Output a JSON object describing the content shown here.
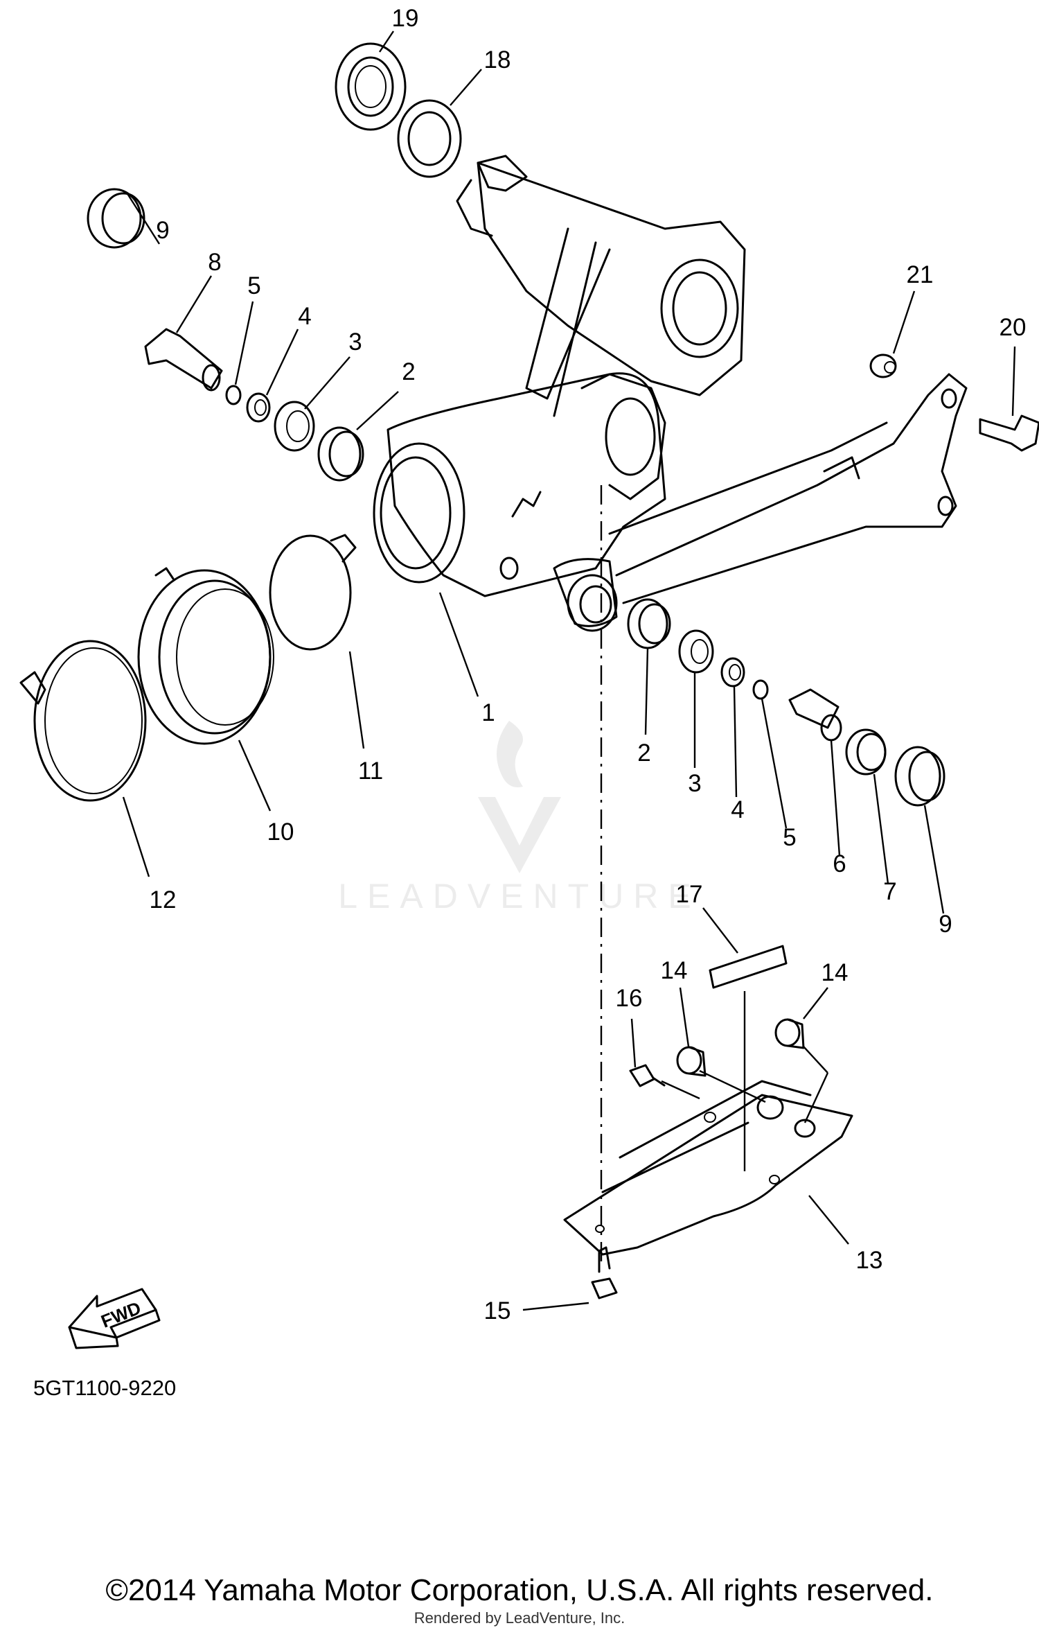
{
  "diagram": {
    "callouts": [
      {
        "key": "p19",
        "text": "19"
      },
      {
        "key": "p18",
        "text": "18"
      },
      {
        "key": "p9a",
        "text": "9"
      },
      {
        "key": "p8",
        "text": "8"
      },
      {
        "key": "p5a",
        "text": "5"
      },
      {
        "key": "p4a",
        "text": "4"
      },
      {
        "key": "p3a",
        "text": "3"
      },
      {
        "key": "p2a",
        "text": "2"
      },
      {
        "key": "p21",
        "text": "21"
      },
      {
        "key": "p20",
        "text": "20"
      },
      {
        "key": "p1",
        "text": "1"
      },
      {
        "key": "p11",
        "text": "11"
      },
      {
        "key": "p10",
        "text": "10"
      },
      {
        "key": "p12",
        "text": "12"
      },
      {
        "key": "p2b",
        "text": "2"
      },
      {
        "key": "p3b",
        "text": "3"
      },
      {
        "key": "p4b",
        "text": "4"
      },
      {
        "key": "p5b",
        "text": "5"
      },
      {
        "key": "p6",
        "text": "6"
      },
      {
        "key": "p7",
        "text": "7"
      },
      {
        "key": "p9b",
        "text": "9"
      },
      {
        "key": "p17",
        "text": "17"
      },
      {
        "key": "p14a",
        "text": "14"
      },
      {
        "key": "p14b",
        "text": "14"
      },
      {
        "key": "p16",
        "text": "16"
      },
      {
        "key": "p13",
        "text": "13"
      },
      {
        "key": "p15",
        "text": "15"
      }
    ],
    "fwd_label": "FWD",
    "diagram_code": "5GT1100-9220",
    "watermark": "LEADVENTURE",
    "copyright": "©2014 Yamaha Motor Corporation, U.S.A. All rights reserved.",
    "rendered_by": "Rendered by LeadVenture, Inc."
  }
}
